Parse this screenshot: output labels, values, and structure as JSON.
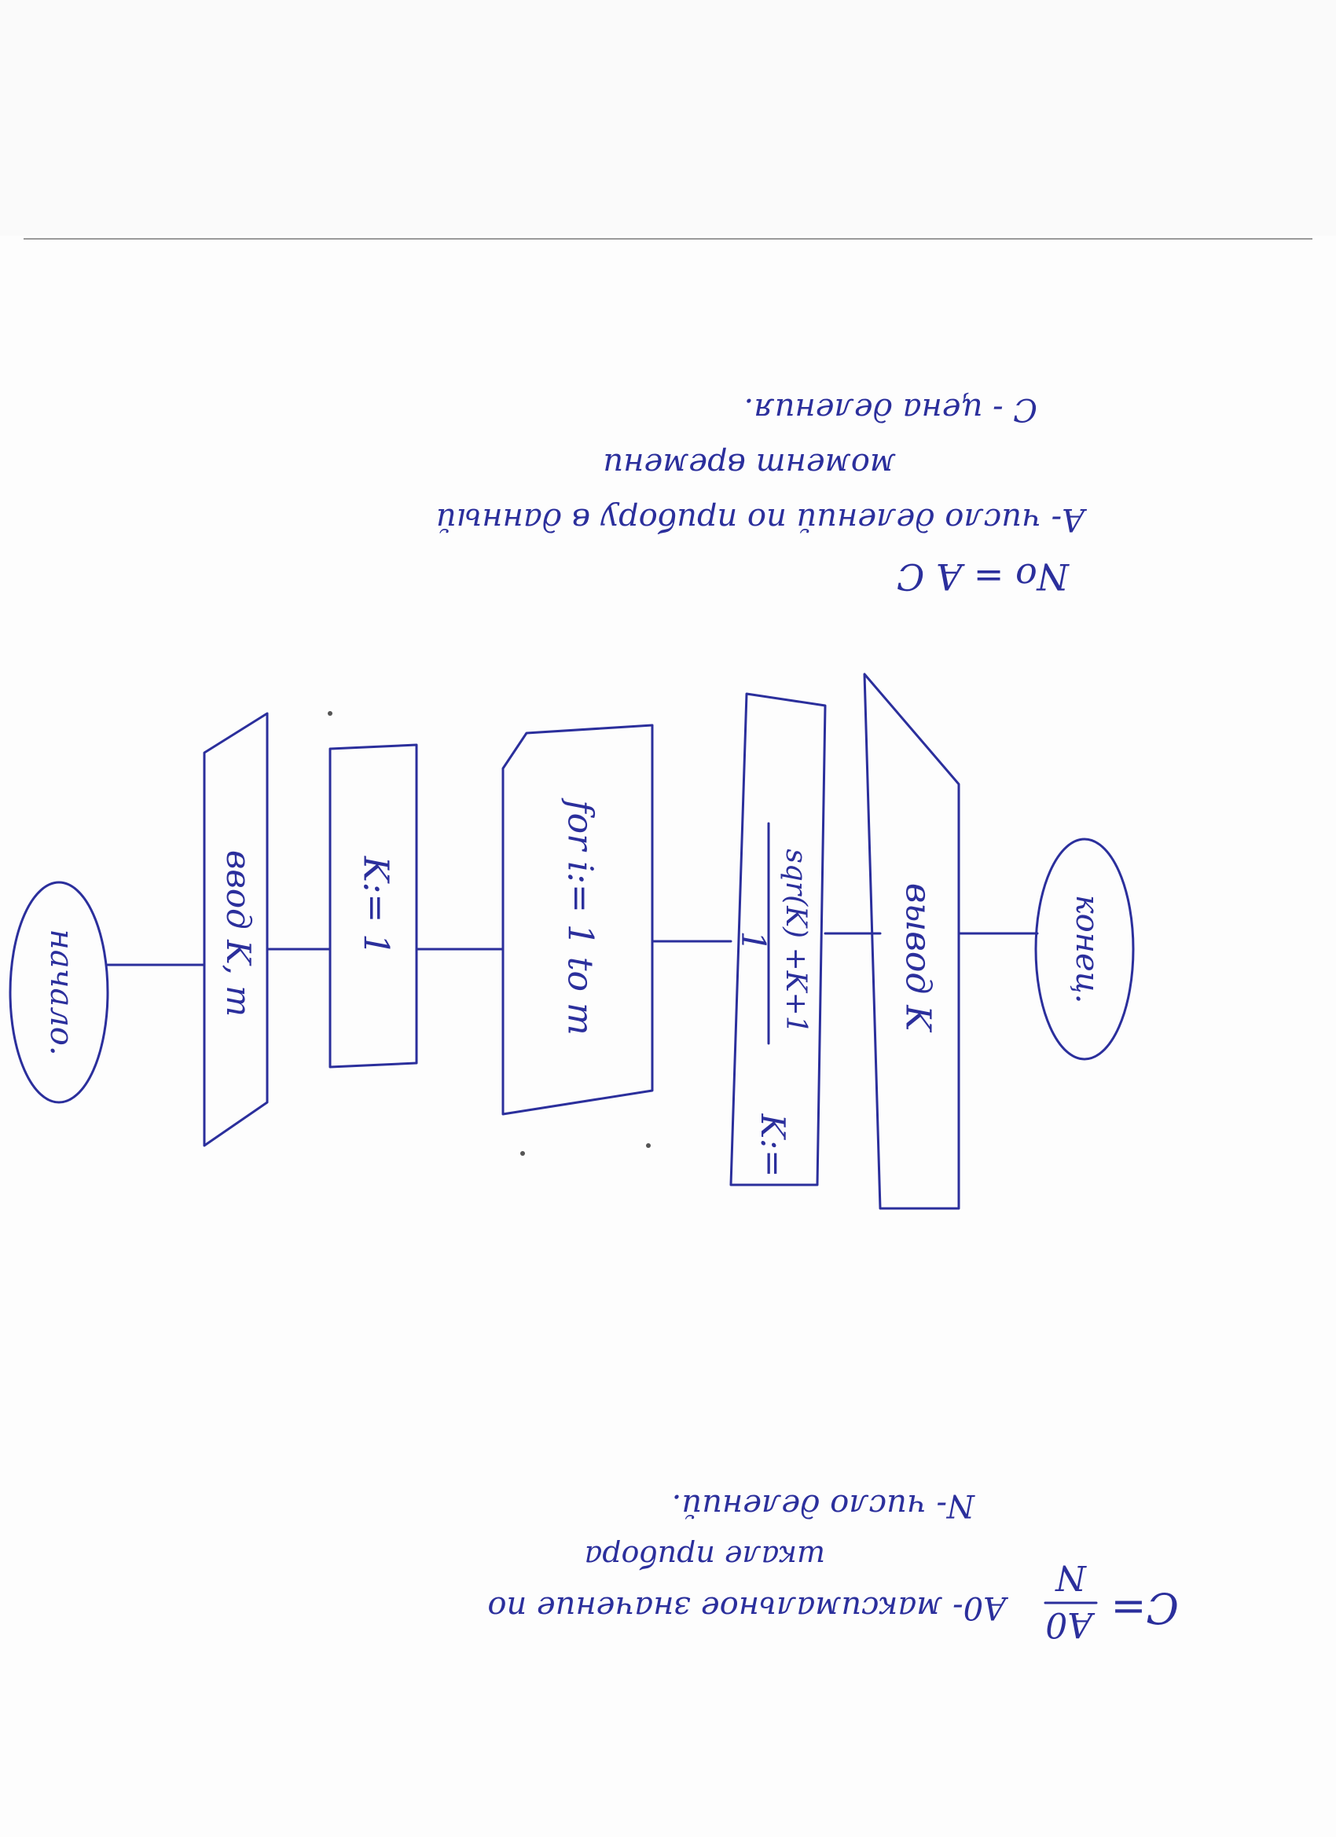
{
  "colors": {
    "ink": "#2b2f9c",
    "paper": "#fdfdfd"
  },
  "flowchart": {
    "start": "начало.",
    "input": "ввод K, m",
    "init": "K:= 1",
    "loop": "for i:= 1 to m",
    "assign_lhs": "K:=",
    "assign_num": "1",
    "assign_den": "sqr(K) +K+1",
    "output": "вывод K",
    "end": "конец."
  },
  "notes_top": {
    "formula": "No = A C",
    "line1": "A- число делений по прибору в данный",
    "line2": "момент времени",
    "line3": "C - цена деления."
  },
  "notes_bottom": {
    "formula_lhs": "C=",
    "frac_num": "A0",
    "frac_den": "N",
    "line1": "A0- максимальное значение по",
    "line2": "шкале прибора",
    "line3": "N- число делений."
  }
}
